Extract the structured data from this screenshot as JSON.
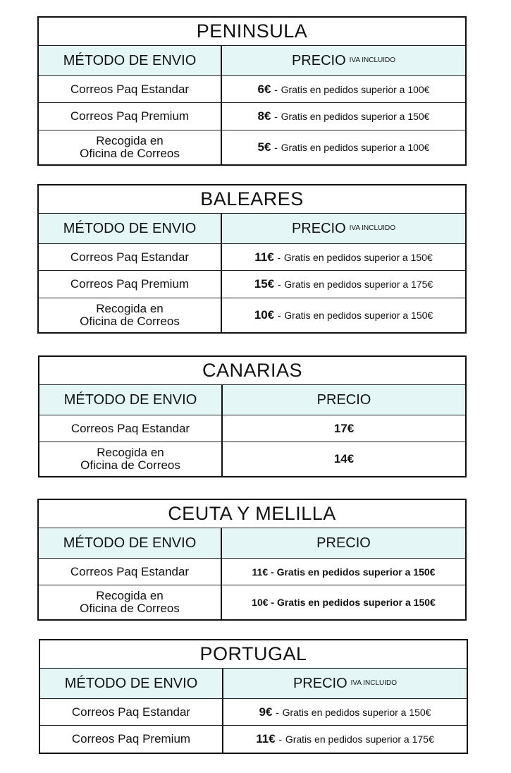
{
  "tables": [
    {
      "title": "PENINSULA",
      "col_method": "MÉTODO DE ENVIO",
      "col_price": "PRECIO",
      "col_price_note": "IVA INCLUIDO",
      "rows": [
        {
          "method": "Correos Paq Estandar",
          "price": "6€",
          "sep": "-",
          "note": "Gratis en pedidos superior a 100€"
        },
        {
          "method": "Correos Paq Premium",
          "price": "8€",
          "sep": "-",
          "note": "Gratis en pedidos superior a 150€"
        },
        {
          "method_l1": "Recogida en",
          "method_l2": "Oficina de Correos",
          "price": "5€",
          "sep": "-",
          "note": "Gratis en pedidos superior a 100€"
        }
      ]
    },
    {
      "title": "BALEARES",
      "col_method": "MÉTODO DE ENVIO",
      "col_price": "PRECIO",
      "col_price_note": "IVA INCLUIDO",
      "rows": [
        {
          "method": "Correos Paq Estandar",
          "price": "11€",
          "sep": "-",
          "note": "Gratis en pedidos superior a 150€"
        },
        {
          "method": "Correos Paq Premium",
          "price": "15€",
          "sep": "-",
          "note": "Gratis en pedidos superior a 175€"
        },
        {
          "method_l1": "Recogida en",
          "method_l2": "Oficina de Correos",
          "price": "10€",
          "sep": "-",
          "note": "Gratis en pedidos superior a 150€"
        }
      ]
    },
    {
      "title": "CANARIAS",
      "col_method": "MÉTODO DE ENVIO",
      "col_price": "PRECIO",
      "rows": [
        {
          "method": "Correos Paq Estandar",
          "price": "17€"
        },
        {
          "method_l1": "Recogida en",
          "method_l2": "Oficina de Correos",
          "price": "14€"
        }
      ]
    },
    {
      "title": "CEUTA Y MELILLA",
      "col_method": "MÉTODO DE ENVIO",
      "col_price": "PRECIO",
      "rows": [
        {
          "method": "Correos Paq Estandar",
          "price_full": "11€ - Gratis en pedidos superior a 150€"
        },
        {
          "method_l1": "Recogida en",
          "method_l2": "Oficina de Correos",
          "price_full": "10€ - Gratis en pedidos superior a 150€"
        }
      ]
    },
    {
      "title": "PORTUGAL",
      "col_method": "MÉTODO DE ENVIO",
      "col_price": "PRECIO",
      "col_price_note": "IVA INCLUIDO",
      "rows": [
        {
          "method": "Correos Paq Estandar",
          "price": "9€",
          "sep": "-",
          "note": "Gratis en pedidos superior a 150€"
        },
        {
          "method": "Correos Paq Premium",
          "price": "11€",
          "sep": "-",
          "note": "Gratis en pedidos superior a 175€"
        }
      ]
    }
  ]
}
